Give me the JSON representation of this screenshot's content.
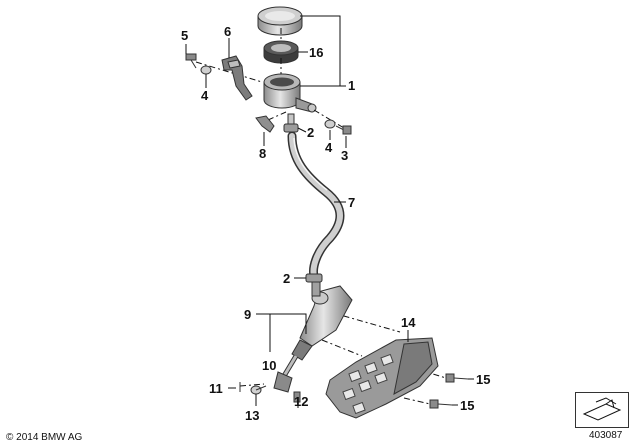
{
  "callouts": {
    "c1": "1",
    "c2a": "2",
    "c2b": "2",
    "c3": "3",
    "c4a": "4",
    "c4b": "4",
    "c5": "5",
    "c6": "6",
    "c7": "7",
    "c8": "8",
    "c9": "9",
    "c10": "10",
    "c11": "11",
    "c12": "12",
    "c13": "13",
    "c14": "14",
    "c15a": "15",
    "c15b": "15",
    "c16": "16"
  },
  "footer": {
    "copyright": "© 2014 BMW AG",
    "diagram_number": "403087"
  },
  "colors": {
    "part_light": "#d4d4d4",
    "part_mid": "#a6a6a6",
    "part_dark": "#6b6b6b",
    "line": "#111111"
  },
  "icons": {
    "orientation": "perspective-arrow-icon"
  }
}
